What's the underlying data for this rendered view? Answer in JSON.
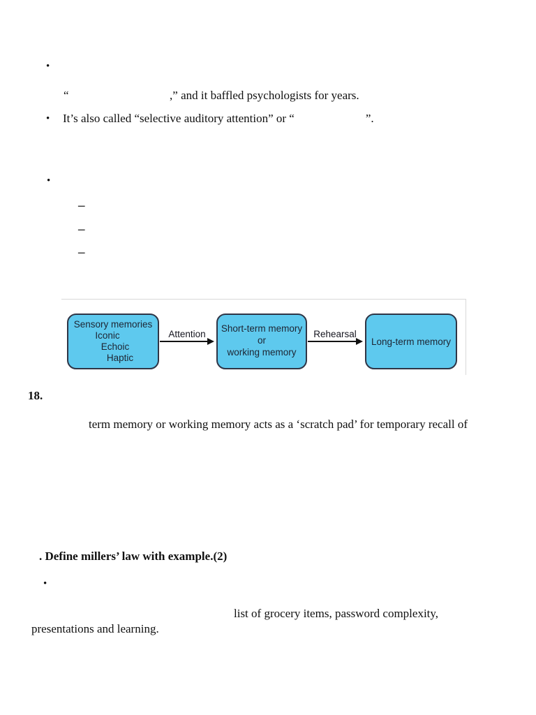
{
  "colors": {
    "text": "#101010",
    "box_fill": "#5ec9ee",
    "box_border": "#2f3546",
    "diagram_text": "#1d2533",
    "figure_border": "#d9d9d9",
    "arrow": "#121212"
  },
  "content": {
    "bullet_char": "•",
    "dash_char": "–",
    "line1": "“                                  ,” and it baffled psychologists for years.",
    "line2": "It’s also called “selective auditory attention” or “                        ”.",
    "question_number": "18.",
    "paragraph": "term memory or working memory acts as a ‘scratch pad’ for temporary recall of",
    "define_heading": ". Define millers’ law with example.(2)",
    "example_line1": "list of grocery items, password complexity,",
    "example_line2": "presentations and learning."
  },
  "diagram": {
    "boxes": [
      {
        "lines": [
          "Sensory memories",
          "Iconic",
          "Echoic",
          "Haptic"
        ]
      },
      {
        "lines": [
          "Short-term memory",
          "or",
          "working memory"
        ]
      },
      {
        "lines": [
          "Long-term memory"
        ]
      }
    ],
    "arrows": [
      {
        "label": "Attention"
      },
      {
        "label": "Rehearsal"
      }
    ]
  }
}
